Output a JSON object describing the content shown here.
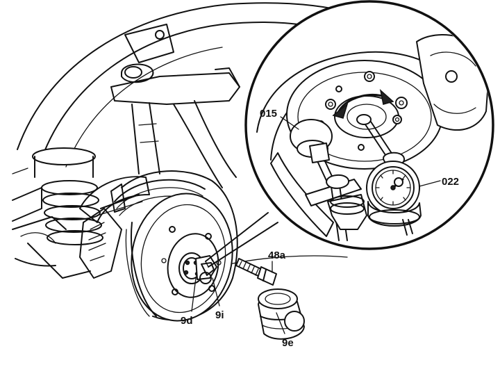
{
  "callouts": {
    "c015": "015",
    "c022": "022",
    "c48a": "48a",
    "c9d": "9d",
    "c9i": "9i",
    "c9e": "9e"
  }
}
